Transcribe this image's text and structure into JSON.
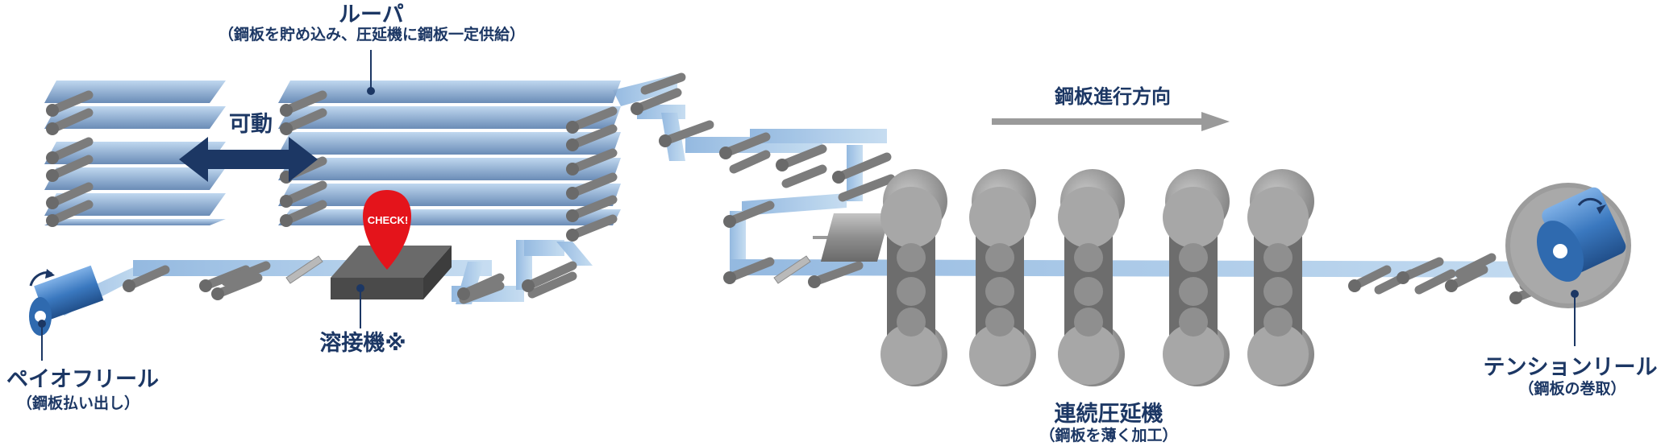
{
  "labels": {
    "looper_title": "ルーパ",
    "looper_sub": "（鋼板を貯め込み、圧延機に鋼板一定供給）",
    "movable": "可動",
    "direction": "鋼板進行方向",
    "check": "CHECK!",
    "welder": "溶接機※",
    "payoff_title": "ペイオフリール",
    "payoff_sub": "（鋼板払い出し）",
    "mill_title": "連続圧延機",
    "mill_sub": "（鋼板を薄く加工）",
    "tension_title": "テンションリール",
    "tension_sub": "（鋼板の巻取）"
  },
  "colors": {
    "strip": "#9fc3e6",
    "roll": "#8a8a8a",
    "label": "#1c3764",
    "check": "#e4141b",
    "arrow_grey": "#9a9a9a",
    "coil": "#3a78bf"
  }
}
